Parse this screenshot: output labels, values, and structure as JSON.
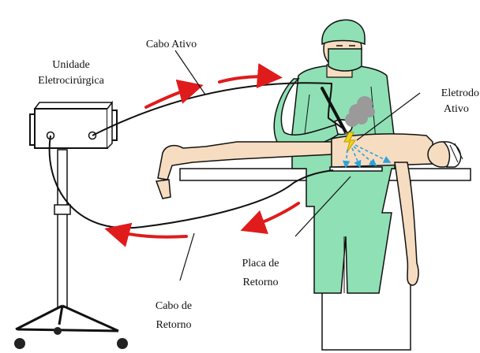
{
  "labels": {
    "esu": [
      "Unidade",
      "Eletrocirúrgica"
    ],
    "active_cable": "Cabo Ativo",
    "active_electrode": [
      "Eletrodo",
      "Ativo"
    ],
    "return_plate": [
      "Placa de",
      "Retorno"
    ],
    "return_cable": [
      "Cabo de",
      "Retorno"
    ]
  },
  "colors": {
    "flow_arrows": "#e01b1b",
    "current_dashes": "#2aa3e0",
    "gown": "#8fe0b4",
    "skin": "#f6dcc0",
    "spark": "#f2d21a",
    "smoke": "#9a9a9a"
  }
}
